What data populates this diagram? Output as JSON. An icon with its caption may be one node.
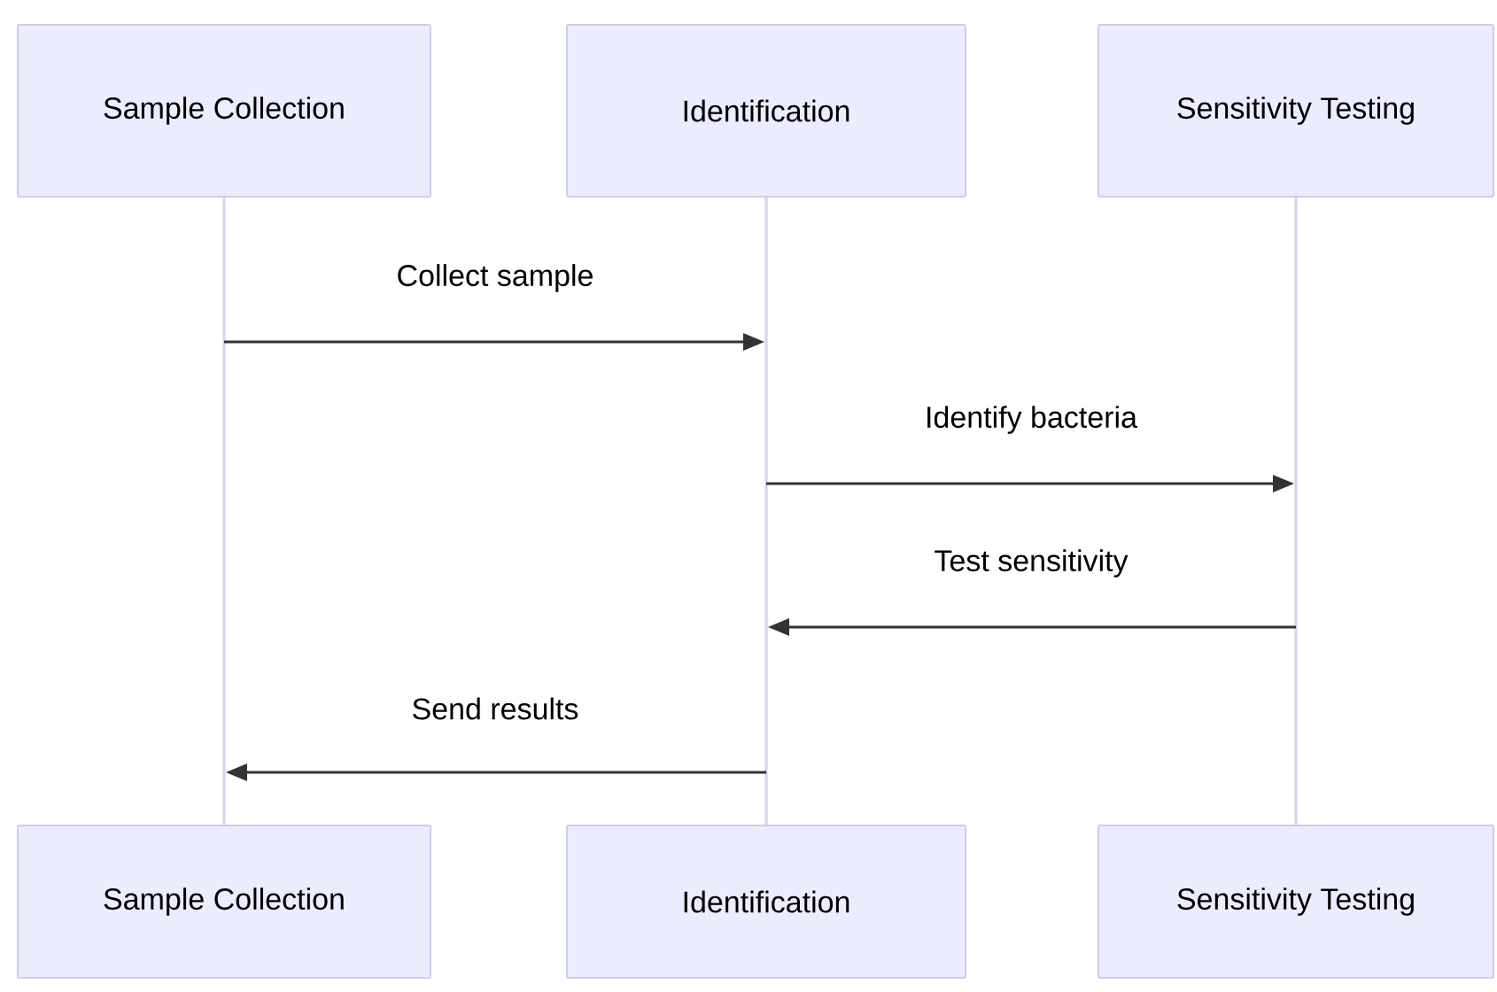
{
  "diagram": {
    "nodes": [
      {
        "text": [
          "Sample Collection"
        ]
      },
      {
        "text": [
          "Identification"
        ]
      },
      {
        "text": [
          "Sensitivity Testing"
        ]
      },
      {
        "text": [
          "Sample Collection"
        ]
      },
      {
        "text": [
          "Identification"
        ]
      },
      {
        "text": [
          "Sensitivity Testing"
        ]
      }
    ],
    "edges": [
      {
        "from": 0,
        "to": 1,
        "arrow": "to",
        "label": "Collect sample"
      },
      {
        "from": 1,
        "to": 2,
        "arrow": "to",
        "label": "Identify bacteria"
      },
      {
        "from": 2,
        "to": 1,
        "arrow": "to",
        "label": "Test sensitivity"
      },
      {
        "from": 1,
        "to": 0,
        "arrow": "to",
        "label": "Send results"
      }
    ]
  }
}
